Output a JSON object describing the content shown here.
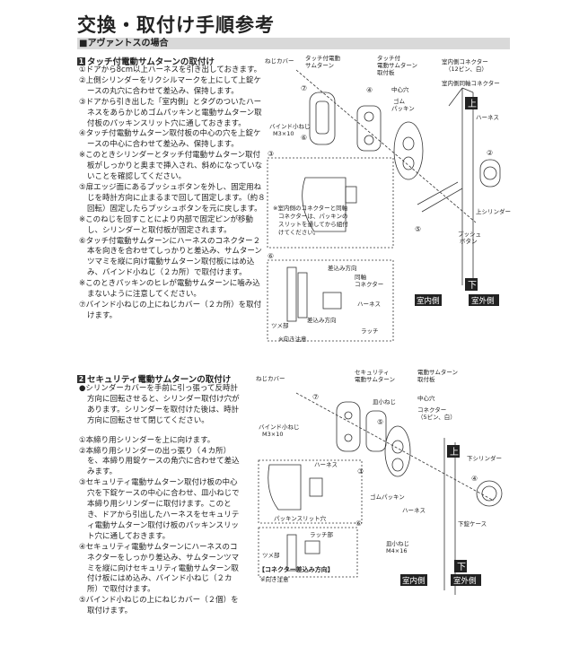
{
  "page_title": "交換・取付け手順参考",
  "section_header": "■アヴァントスの場合",
  "section1": {
    "num": "1",
    "heading": "タッチ付電動サムターンの取付け",
    "lines": [
      "①ドアから8cm以上ハーネスを引き出しておきます。",
      "②上側シリンダーをリクシルマークを上にして上錠ケースの丸穴に合わせて差込み、保持します。",
      "③ドアから引き出した「室内側」とタグのついたハーネスをあらかじめゴムパッキンと電動サムターン取付板のパッキンスリット穴に通しておきます。",
      "④タッチ付電動サムターン取付板の中心の穴を上錠ケースの中心に合わせて差込み、保持します。",
      "※このときシリンダーとタッチ付電動サムターン取付板がしっかりと奥まで挿入され、斜めになっていないことを確認してください。",
      "⑤扉エッジ面にあるプッシュボタンを外し、固定用ねじを時計方向に止まるまで回して固定します。（約８回転）固定したらプッシュボタンを元に戻します。",
      "※このねじを回すことにより内部で固定ピンが移動し、シリンダーと取付板が固定されます。",
      "⑥タッチ付電動サムターンにハーネスのコネクター２本を向きを合わせてしっかりと差込み、サムターンツマミを縦に向け電動サムターン取付板にはめ込み、バインド小ねじ（２カ所）で取付けます。",
      "※このときパッキンのヒレが電動サムターンに噛み込まないように注意してください。",
      "⑦バインド小ねじの上にねじカバー（２カ所）を取付けます。"
    ]
  },
  "section2": {
    "num": "2",
    "heading": "セキュリティ電動サムターンの取付け",
    "lines": [
      "●シリンダーカバーを手前に引っ張って反時計方向に回転させると、シリンダー取付け穴があります。シリンダーを取付けた後は、時計方向に回転させて閉じてください。",
      "",
      "①本締り用シリンダーを上に向けます。",
      "②本締り用シリンダーの出っ張り（４カ所）を、本締り用錠ケースの角穴に合わせて差込みます。",
      "③セキュリティ電動サムターン取付け板の中心穴を下錠ケースの中心に合わせ、皿小ねじで本締り用シリンダーに取付けます。このとき、ドアから引出したハーネスをセキュリティ電動サムターン取付け板のパッキンスリット穴に通しておきます。",
      "④セキュリティ電動サムターンにハーネスのコネクターをしっかり差込み、サムターンツマミを縦に向けセキュリティ電動サムターン取付け板にはめ込み、バインド小ねじ（２カ所）で取付けます。",
      "⑤バインド小ねじの上にねじカバー（２個）を取付けます。"
    ]
  },
  "diagram1": {
    "labels": {
      "screw_cover": "ねじカバー",
      "touch_thumbturn_1": "タッチ付電動",
      "touch_thumbturn_2": "サムターン",
      "touch_plate_1": "タッチ付",
      "touch_plate_2": "電動サムターン",
      "touch_plate_3": "取付板",
      "connector_1": "室内側コネクター",
      "connector_2": "（12ピン、白）",
      "indoor_connector": "室内側同軸コネクター",
      "center_hole": "中心穴",
      "rubber_1": "ゴム",
      "rubber_2": "パッキン",
      "bind_screw_1": "バインド小ねじ",
      "bind_screw_2": "M3×10",
      "harness": "ハーネス",
      "upper": "上",
      "lower": "下",
      "upper_cylinder": "上シリンダー",
      "push_1": "プッシュ",
      "push_2": "ボタン",
      "note3_1": "※室内側のコネクターと同軸",
      "note3_2": "コネクターは、パッキンの",
      "note3_3": "スリットを通してから組付",
      "note3_4": "けてください。",
      "insert_dir": "差込み方向",
      "coax": "同軸",
      "connector_word": "コネクター",
      "harness2": "ハーネス",
      "claw": "ツメ部",
      "insert_dir2": "差込み方向",
      "latch": "ラッチ",
      "caution": "※向き注意",
      "indoor": "室内側",
      "outdoor": "室外側",
      "c3": "③",
      "c5": "⑤",
      "c6": "⑥",
      "c7": "⑦",
      "c4": "④",
      "c2": "②"
    }
  },
  "diagram2": {
    "labels": {
      "screw_cover": "ねじカバー",
      "sec_thumbturn_1": "セキュリティ",
      "sec_thumbturn_2": "電動サムターン",
      "elec_plate_1": "電動サムターン",
      "elec_plate_2": "取付板",
      "flat_screw": "皿小ねじ",
      "center_hole": "中心穴",
      "connector_1": "コネクター",
      "connector_2": "（5ピン、白）",
      "bind_screw_1": "バインド小ねじ",
      "bind_screw_2": "M3×10",
      "harness": "ハーネス",
      "packing_slit": "パッキンスリット穴",
      "rubber": "ゴムパッキン",
      "harness_b": "ハーネス",
      "flat_screw2_1": "皿小ねじ",
      "flat_screw2_2": "M4×16",
      "upper": "上",
      "lower": "下",
      "lower_cylinder": "下シリンダー",
      "lower_case": "下錠ケース",
      "latch_part": "ラッチ部",
      "claw": "ツメ部",
      "connector_dir": "【コネクター差込み方向】",
      "caution": "※向き注意",
      "indoor": "室内側",
      "outdoor": "室外側",
      "c3": "③",
      "c4": "④",
      "c5": "⑤",
      "c6": "⑥",
      "c7": "⑦"
    }
  }
}
